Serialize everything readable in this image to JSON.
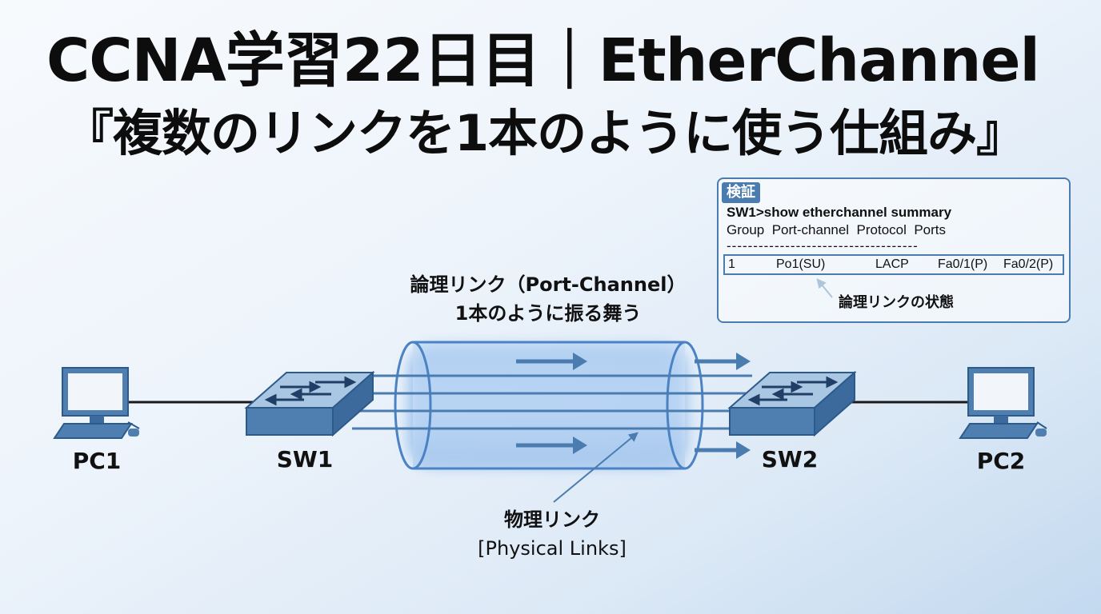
{
  "title": {
    "main": "CCNA学習22日目｜EtherChannel",
    "sub": "『複数のリンクを1本のように使う仕組み』"
  },
  "devices": {
    "pc1": "PC1",
    "sw1": "SW1",
    "sw2": "SW2",
    "pc2": "PC2"
  },
  "logical_link": {
    "line1": "論理リンク（Port-Channel）",
    "line2": "1本のように振る舞う"
  },
  "physical_link": {
    "line1": "物理リンク",
    "line2": "[Physical Links]"
  },
  "verify": {
    "tag": "検証",
    "command": "SW1>show etherchannel summary",
    "header": "Group  Port-channel  Protocol  Ports",
    "separator": "------------------------------------",
    "row": {
      "group": "1",
      "port_channel": "Po1(SU)",
      "protocol": "LACP",
      "port1": "Fa0/1(P)",
      "port2": "Fa0/2(P)"
    },
    "status_label": "論理リンクの状態"
  },
  "colors": {
    "accent": "#4a7cb0",
    "switch_top": "#a9c6e3",
    "switch_side": "#4f7fb0",
    "glow": "#7fb0ea"
  },
  "icons": [
    "computer-icon",
    "switch-icon",
    "arrow-right-icon"
  ]
}
